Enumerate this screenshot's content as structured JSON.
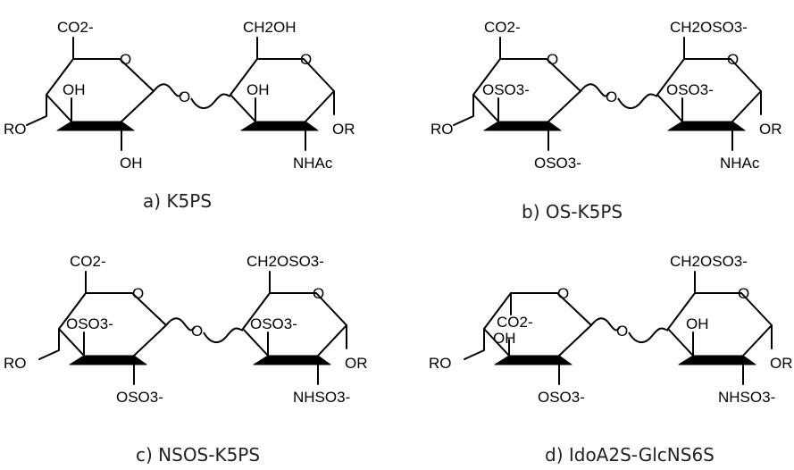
{
  "panels": [
    {
      "id": "a",
      "caption": "a) K5PS",
      "left": {
        "top": "CO2-",
        "ro": "RO",
        "ring3": "OH",
        "bottom": "OH"
      },
      "right": {
        "top": "CH2OH",
        "ring3": "OH",
        "or": "OR",
        "bottom": "NHAc"
      }
    },
    {
      "id": "b",
      "caption": "b) OS-K5PS",
      "left": {
        "top": "CO2-",
        "ro": "RO",
        "ring3": "OSO3-",
        "bottom": "OSO3-"
      },
      "right": {
        "top": "CH2OSO3-",
        "ring3": "OSO3-",
        "or": "OR",
        "bottom": "NHAc"
      }
    },
    {
      "id": "c",
      "caption": "c) NSOS-K5PS",
      "left": {
        "top": "CO2-",
        "ro": "RO",
        "ring3": "OSO3-",
        "bottom": "OSO3-"
      },
      "right": {
        "top": "CH2OSO3-",
        "ring3": "OSO3-",
        "or": "OR",
        "bottom": "NHSO3-"
      }
    },
    {
      "id": "d",
      "caption": "d) IdoA2S-GlcNS6S",
      "left": {
        "top": "",
        "ro": "RO",
        "ring3": "OH",
        "ring3b": "CO2-",
        "bottom": "OSO3-"
      },
      "right": {
        "top": "CH2OSO3-",
        "ring3": "OH",
        "or": "OR",
        "bottom": "NHSO3-"
      }
    }
  ],
  "ring_oxygen": "O",
  "linkage_oxygen": "O"
}
